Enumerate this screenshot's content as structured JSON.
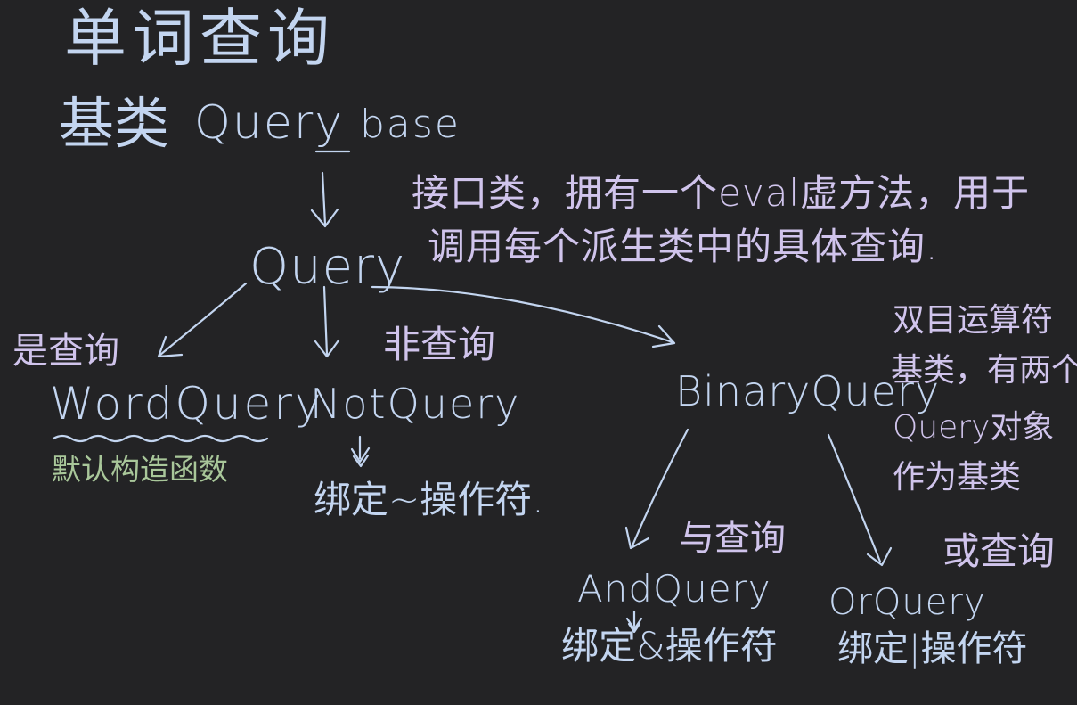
{
  "title": "单词查询",
  "base": {
    "label": "基类",
    "name": "Query",
    "name_tail": "base"
  },
  "interface_note": {
    "line1": "接口类，拥有一个eval虚方法，用于",
    "line2": "调用每个派生类中的具体查询."
  },
  "query": {
    "name": "Query"
  },
  "word_query": {
    "label": "是查询",
    "name": "WordQuery",
    "note": "默认构造函数"
  },
  "not_query": {
    "label": "非查询",
    "name": "NotQuery",
    "note": "绑定~操作符."
  },
  "binary_query": {
    "name": "BinaryQuery",
    "desc_line1": "双目运算符",
    "desc_line2": "基类，有两个",
    "desc_line3": "Query对象",
    "desc_line4": "作为基类"
  },
  "and_query": {
    "label": "与查询",
    "name": "AndQuery",
    "note": "绑定&操作符"
  },
  "or_query": {
    "label": "或查询",
    "name": "OrQuery",
    "note": "绑定|操作符"
  },
  "colors": {
    "background": "#232325",
    "ink_blue": "#c3d5f0",
    "ink_purple": "#d0c4ec",
    "ink_green": "#a9c79a"
  }
}
